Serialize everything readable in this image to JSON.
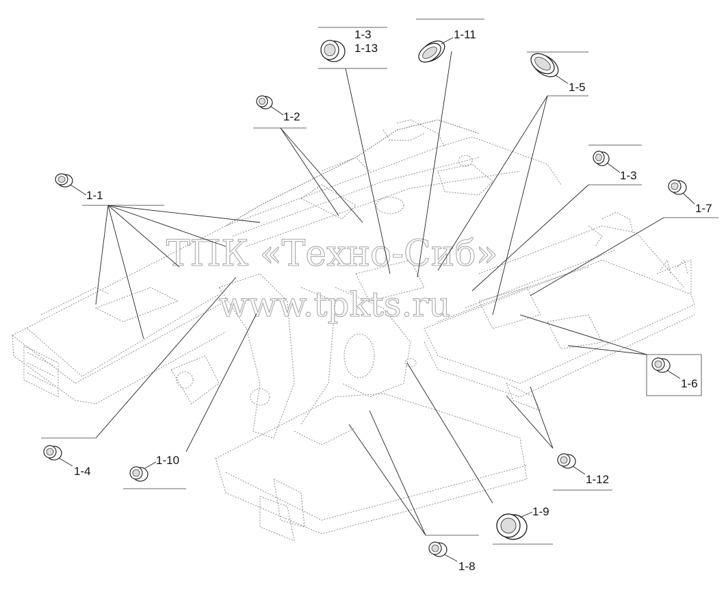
{
  "watermark": {
    "line1": "ТПК «Техно-Сиб»",
    "line2": "www.tpkts.ru"
  },
  "callouts": [
    {
      "id": "c1-1",
      "label": "1-1",
      "part": "plug-small"
    },
    {
      "id": "c1-2",
      "label": "1-2",
      "part": "plug-small"
    },
    {
      "id": "c1-3a",
      "label": "1-3",
      "label2": "1-13",
      "part": "plug-medium"
    },
    {
      "id": "c1-11",
      "label": "1-11",
      "part": "plug-oval"
    },
    {
      "id": "c1-5",
      "label": "1-5",
      "part": "plug-oval"
    },
    {
      "id": "c1-3b",
      "label": "1-3",
      "part": "plug-small"
    },
    {
      "id": "c1-7",
      "label": "1-7",
      "part": "plug-small"
    },
    {
      "id": "c1-6",
      "label": "1-6",
      "part": "plug-small"
    },
    {
      "id": "c1-4",
      "label": "1-4",
      "part": "plug-small"
    },
    {
      "id": "c1-10",
      "label": "1-10",
      "part": "plug-small"
    },
    {
      "id": "c1-12",
      "label": "1-12",
      "part": "plug-small"
    },
    {
      "id": "c1-9",
      "label": "1-9",
      "part": "plug-large"
    },
    {
      "id": "c1-8",
      "label": "1-8",
      "part": "plug-small"
    }
  ]
}
